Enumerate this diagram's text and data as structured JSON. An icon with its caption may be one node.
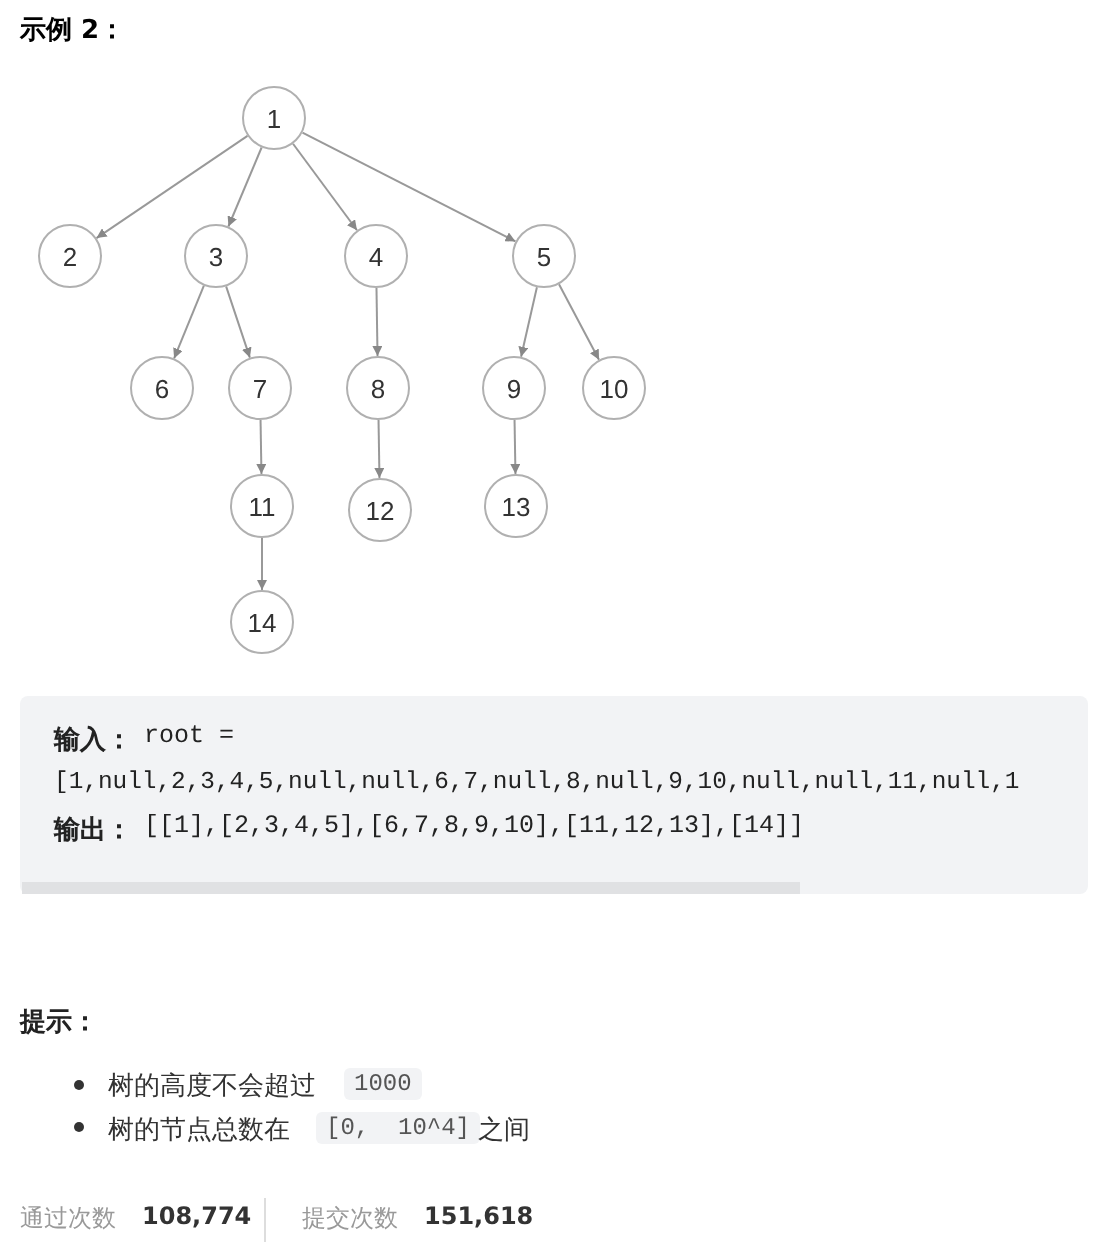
{
  "diagram": {
    "title": "示例 2：",
    "nodes": [
      {
        "text": [
          "1"
        ]
      },
      {
        "text": [
          "2"
        ]
      },
      {
        "text": [
          "3"
        ]
      },
      {
        "text": [
          "4"
        ]
      },
      {
        "text": [
          "5"
        ]
      },
      {
        "text": [
          "6"
        ]
      },
      {
        "text": [
          "7"
        ]
      },
      {
        "text": [
          "8"
        ]
      },
      {
        "text": [
          "9"
        ]
      },
      {
        "text": [
          "10"
        ]
      },
      {
        "text": [
          "11"
        ]
      },
      {
        "text": [
          "12"
        ]
      },
      {
        "text": [
          "13"
        ]
      },
      {
        "text": [
          "14"
        ]
      }
    ],
    "edges": [
      {
        "from": 0,
        "to": 1,
        "arrow": "to"
      },
      {
        "from": 0,
        "to": 2,
        "arrow": "to"
      },
      {
        "from": 0,
        "to": 3,
        "arrow": "to"
      },
      {
        "from": 0,
        "to": 4,
        "arrow": "to"
      },
      {
        "from": 2,
        "to": 5,
        "arrow": "to"
      },
      {
        "from": 2,
        "to": 6,
        "arrow": "to"
      },
      {
        "from": 3,
        "to": 7,
        "arrow": "to"
      },
      {
        "from": 4,
        "to": 8,
        "arrow": "to"
      },
      {
        "from": 4,
        "to": 9,
        "arrow": "to"
      },
      {
        "from": 6,
        "to": 10,
        "arrow": "to"
      },
      {
        "from": 7,
        "to": 11,
        "arrow": "to"
      },
      {
        "from": 8,
        "to": 12,
        "arrow": "to"
      },
      {
        "from": 10,
        "to": 13,
        "arrow": "to"
      }
    ],
    "labels": [
      "输入：",
      "root =",
      "[1,null,2,3,4,5,null,null,6,7,null,8,null,9,10,null,null,11,null,1",
      "输出：",
      "[[1],[2,3,4,5],[6,7,8,9,10],[11,12,13],[14]]",
      "提示：",
      "树的高度不会超过",
      "1000",
      "树的节点总数在",
      "[0,  10^4]",
      "之间",
      "通过次数",
      "108,774",
      "提交次数",
      "151,618"
    ]
  }
}
